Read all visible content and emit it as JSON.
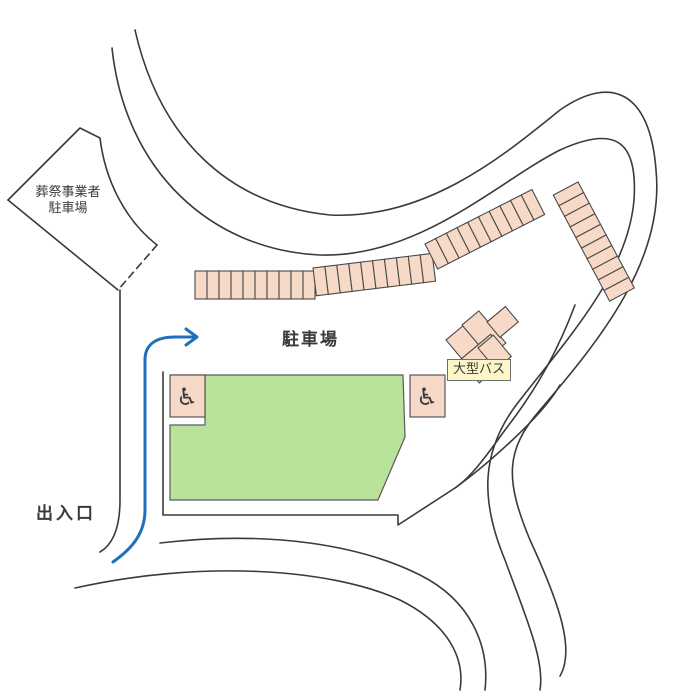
{
  "labels": {
    "main_parking": "駐車場",
    "entrance": "出入口",
    "funeral_parking_line1": "葬祭事業者",
    "funeral_parking_line2": "駐車場",
    "bus_parking": "大型バス"
  },
  "icons": {
    "accessible": "wheelchair-icon",
    "entry_arrow": "entry-arrow-icon"
  },
  "stall_groups": [
    {
      "name": "stall-row-left",
      "count": 10
    },
    {
      "name": "stall-row-middle",
      "count": 10
    },
    {
      "name": "stall-row-right",
      "count": 10
    },
    {
      "name": "stall-column-east",
      "count": 10
    },
    {
      "name": "stall-bus-area",
      "count": 5
    }
  ],
  "colors": {
    "stall_fill": "#f7d9c7",
    "green_area": "#b9e29a",
    "route_arrow": "#1f6fbf",
    "bus_label_bg": "#fdf6c8",
    "outline": "#3a3a3a"
  }
}
